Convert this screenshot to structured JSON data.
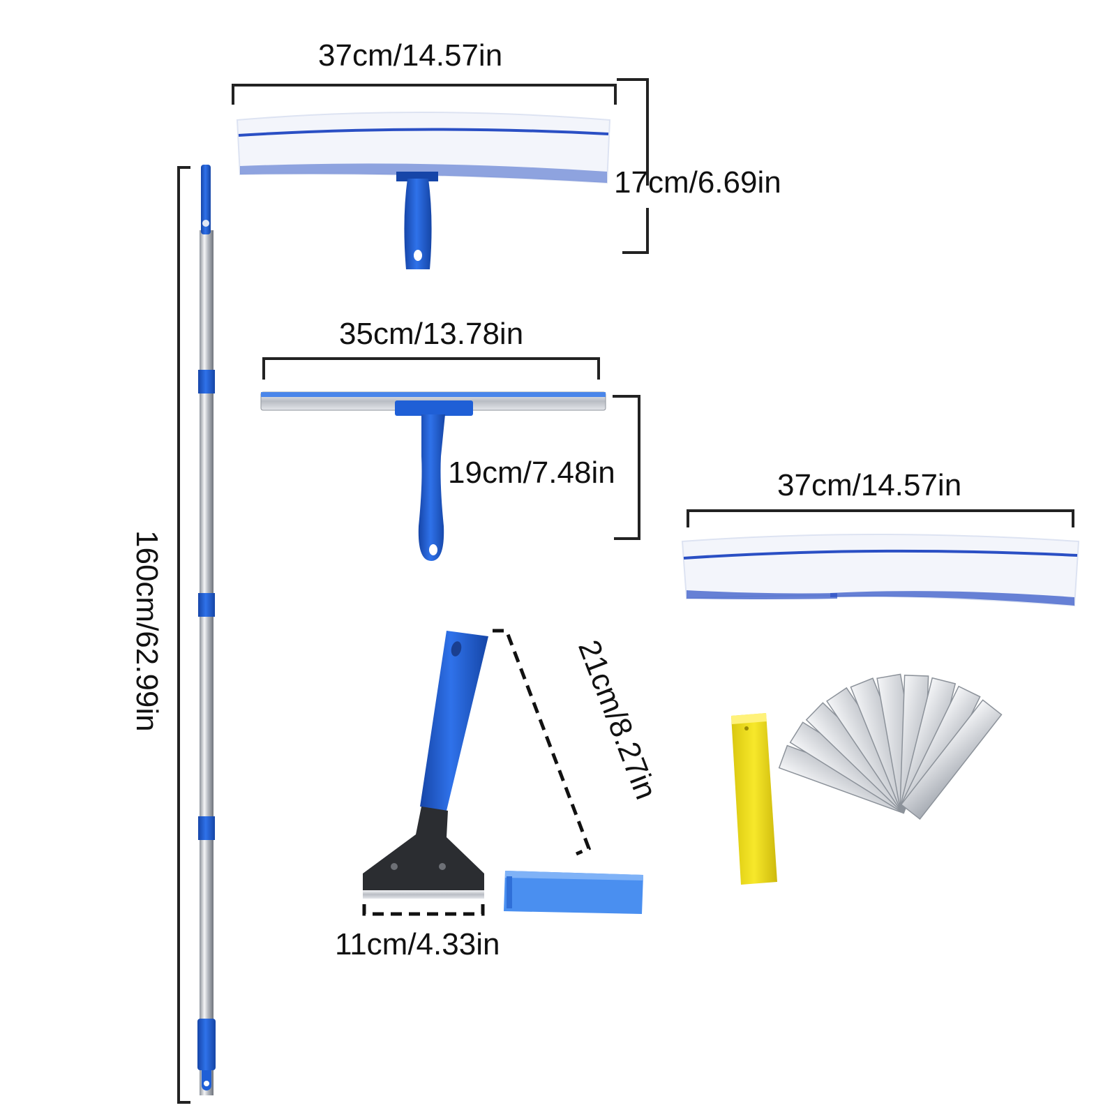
{
  "products": {
    "telescopic_pole": {
      "length_label": "160cm/62.99in"
    },
    "strip_washer": {
      "width_label": "37cm/14.57in",
      "height_label": "17cm/6.69in"
    },
    "squeegee": {
      "width_label": "35cm/13.78in",
      "height_label": "19cm/7.48in"
    },
    "spare_sleeve": {
      "width_label": "37cm/14.57in"
    },
    "scraper": {
      "length_label": "21cm/8.27in",
      "blade_width_label": "11cm/4.33in"
    },
    "blade_box": {},
    "spare_blades": {}
  },
  "colors": {
    "accent_blue": "#1f5fd6",
    "dark_blue": "#1645a8",
    "sleeve_stripe": "#2a4fc4",
    "pole_silver": "#c9ccd1",
    "blade_box_yellow": "#f2e21b",
    "scraper_head": "#2b2d31",
    "dimension_line": "#222222"
  }
}
